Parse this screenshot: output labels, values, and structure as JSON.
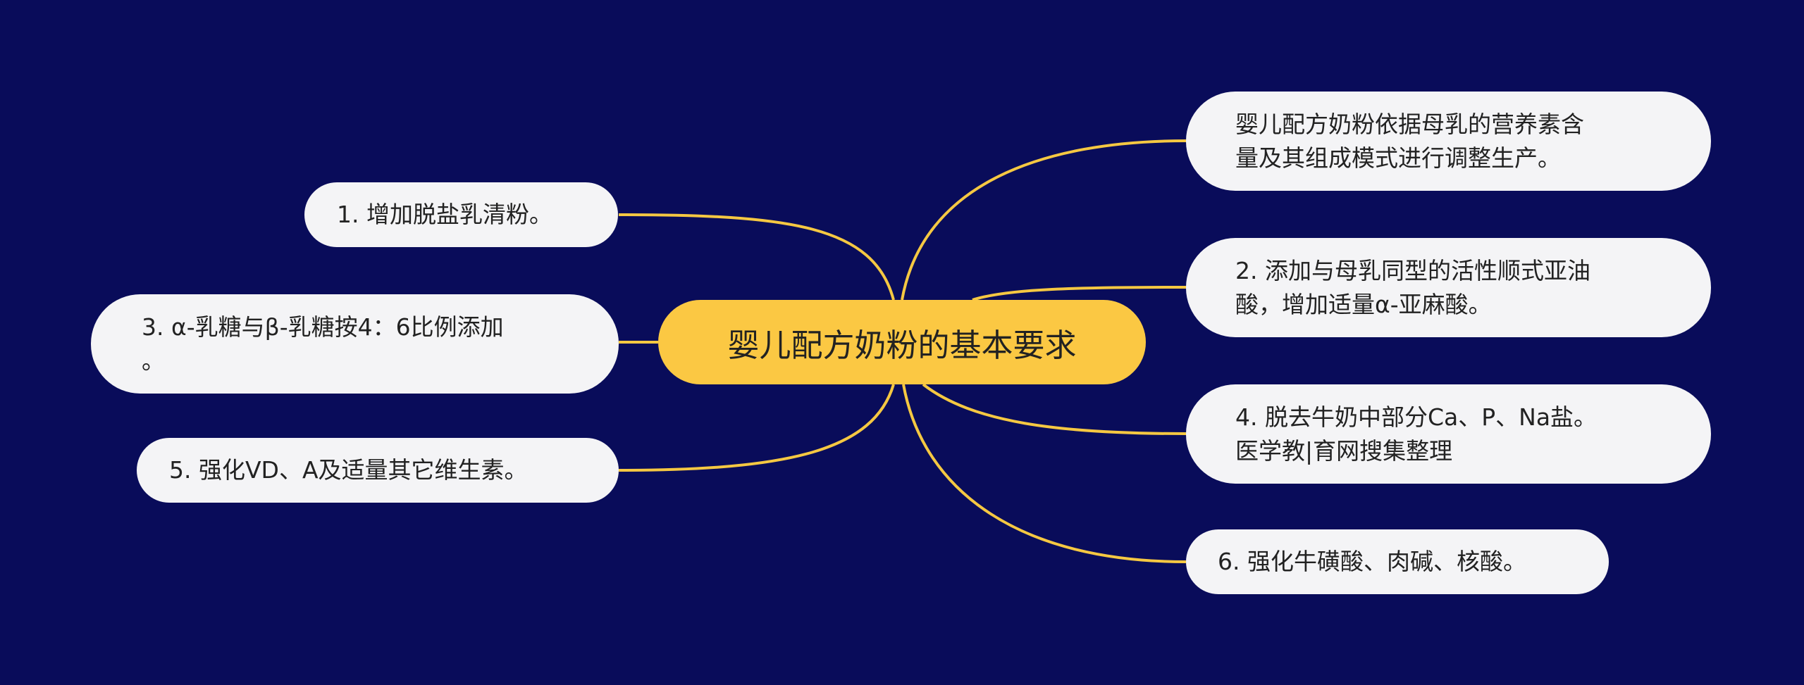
{
  "center": {
    "text": "婴儿配方奶粉的基本要求"
  },
  "right_nodes": [
    {
      "text": "婴儿配方奶粉依据母乳的营养素含\n量及其组成模式进行调整生产。"
    },
    {
      "text": "2. 添加与母乳同型的活性顺式亚油\n酸，增加适量α-亚麻酸。"
    },
    {
      "text": "4. 脱去牛奶中部分Ca、P、Na盐。\n医学教|育网搜集整理"
    },
    {
      "text": "6. 强化牛磺酸、肉碱、核酸。"
    }
  ],
  "left_nodes": [
    {
      "text": "1. 增加脱盐乳清粉。"
    },
    {
      "text": "3. α-乳糖与β-乳糖按4：6比例添加\n。"
    },
    {
      "text": "5. 强化VD、A及适量其它维生素。"
    }
  ],
  "colors": {
    "background": "#090c5a",
    "center_fill": "#fbc843",
    "node_fill": "#f4f4f6",
    "connector": "#f5c842"
  }
}
